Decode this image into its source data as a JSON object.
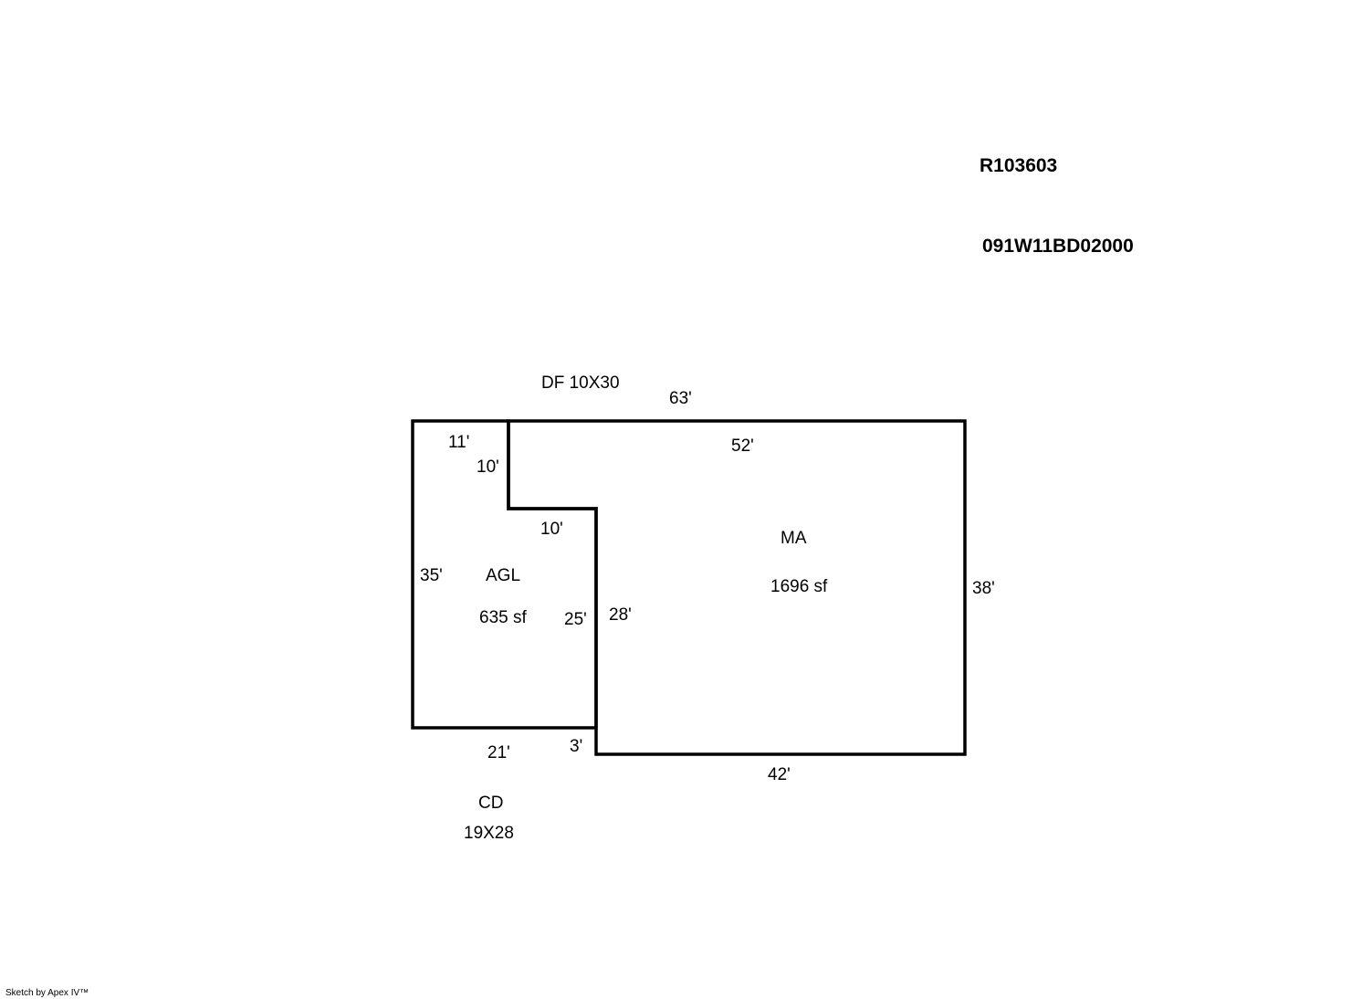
{
  "header": {
    "account_number": "R103603",
    "map_tax_lot": "091W11BD02000"
  },
  "areas": {
    "ma": {
      "code": "MA",
      "area": "1696 sf"
    },
    "agl": {
      "code": "AGL",
      "area": "635 sf"
    }
  },
  "annotations": {
    "deck_front": "DF 10X30",
    "covered_deck_code": "CD",
    "covered_deck_size": "19X28"
  },
  "dimensions": {
    "top_total": "63'",
    "top_ma": "52'",
    "top_agl": "11'",
    "notch_vertical": "10'",
    "notch_horizontal": "10'",
    "agl_left": "35'",
    "agl_right": "25'",
    "ma_left": "28'",
    "ma_right": "38'",
    "agl_bottom": "21'",
    "step": "3'",
    "ma_bottom": "42'"
  },
  "footer": {
    "credit": "Sketch by Apex IV™"
  },
  "colors": {
    "line": "#000000",
    "background": "#ffffff"
  }
}
